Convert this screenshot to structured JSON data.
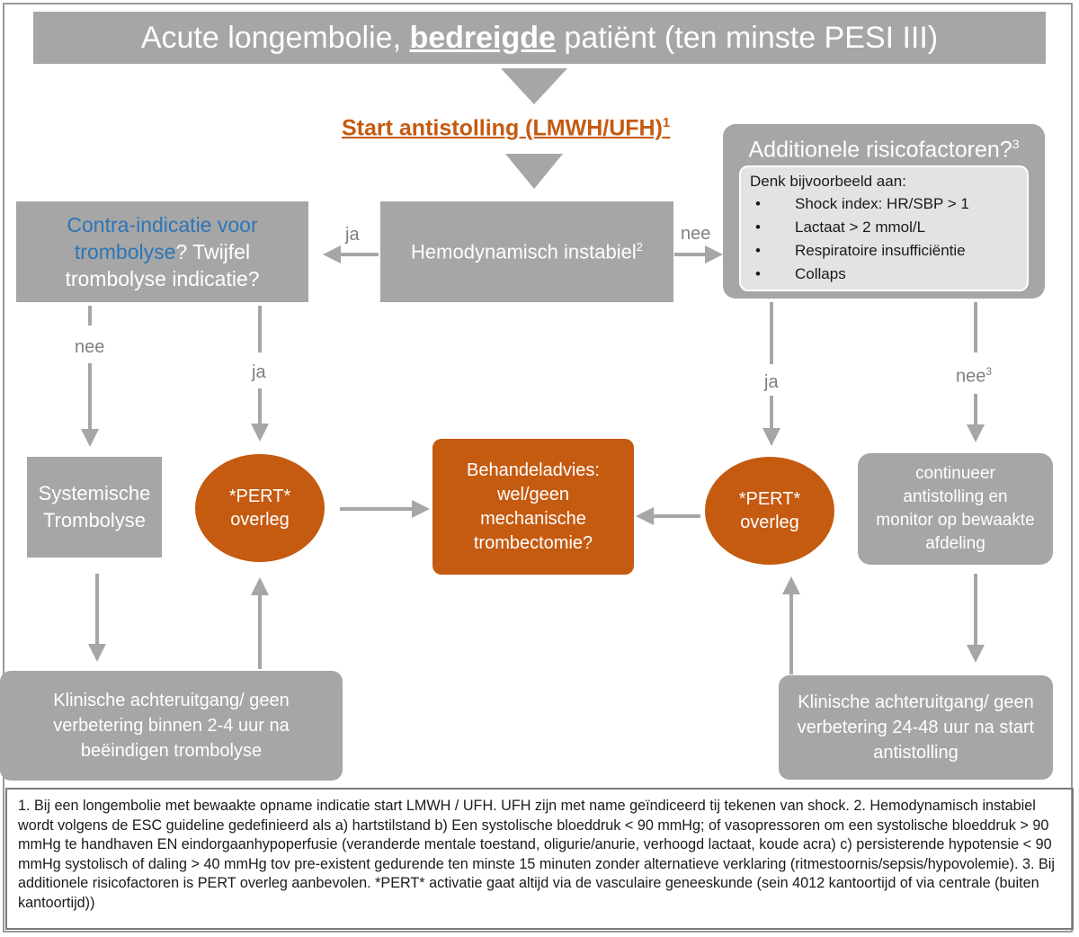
{
  "title": {
    "prefix": "Acute longembolie,",
    "emphasis": "bedreigde",
    "suffix": "patiënt (ten minste PESI III)"
  },
  "start": {
    "text": "Start antistolling (LMWH/UFH)",
    "sup": "1"
  },
  "contra_box": {
    "part1": "Contra-indicatie voor trombolyse",
    "part2": "? Twijfel trombolyse indicatie?"
  },
  "hemo_box": {
    "text": "Hemodynamisch instabiel",
    "sup": "2"
  },
  "risk_box": {
    "title": "Additionele risicofactoren?",
    "title_sup": "3",
    "intro": "Denk bijvoorbeeld aan:",
    "bullet": "•",
    "items": [
      "Shock index: HR/SBP > 1",
      "Lactaat > 2 mmol/L",
      "Respiratoire insufficiëntie",
      "Collaps"
    ]
  },
  "systemic_box": {
    "text": "Systemische Trombolyse"
  },
  "pert_left": {
    "line1": "*PERT*",
    "line2": "overleg"
  },
  "advice_box": {
    "text": "Behandeladvies: wel/geen mechanische trombectomie?"
  },
  "pert_right": {
    "line1": "*PERT*",
    "line2": "overleg"
  },
  "continue_box": {
    "text": "continueer antistolling en monitor op bewaakte afdeling"
  },
  "klin_left": {
    "text": "Klinische achteruitgang/ geen verbetering binnen 2-4 uur na beëindigen trombolyse"
  },
  "klin_right": {
    "text": "Klinische achteruitgang/ geen verbetering 24-48 uur na start antistolling"
  },
  "labels": {
    "ja": "ja",
    "nee": "nee",
    "nee3_sup": "3"
  },
  "colors": {
    "gray": "#a6a6a6",
    "orange": "#c55a11",
    "blue": "#2e75b6",
    "arrow": "#a6a6a6"
  },
  "footnote": "1. Bij een longembolie met bewaakte opname indicatie start LMWH / UFH. UFH zijn met name geïndiceerd tij tekenen van shock.  2. Hemodynamisch instabiel wordt volgens de ESC guideline gedefinieerd als a) hartstilstand b) Een systolische bloeddruk < 90 mmHg; of vasopressoren om een systolische bloeddruk > 90 mmHg te handhaven EN eindorgaanhypoperfusie (veranderde mentale toestand, oligurie/anurie, verhoogd lactaat, koude acra) c) persisterende hypotensie < 90 mmHg systolisch of daling > 40 mmHg tov pre-existent gedurende ten minste 15 minuten zonder alternatieve verklaring (ritmestoornis/sepsis/hypovolemie). 3. Bij additionele risicofactoren is PERT overleg aanbevolen. *PERT* activatie gaat altijd via de vasculaire geneeskunde (sein 4012 kantoortijd of via centrale (buiten kantoortijd))"
}
